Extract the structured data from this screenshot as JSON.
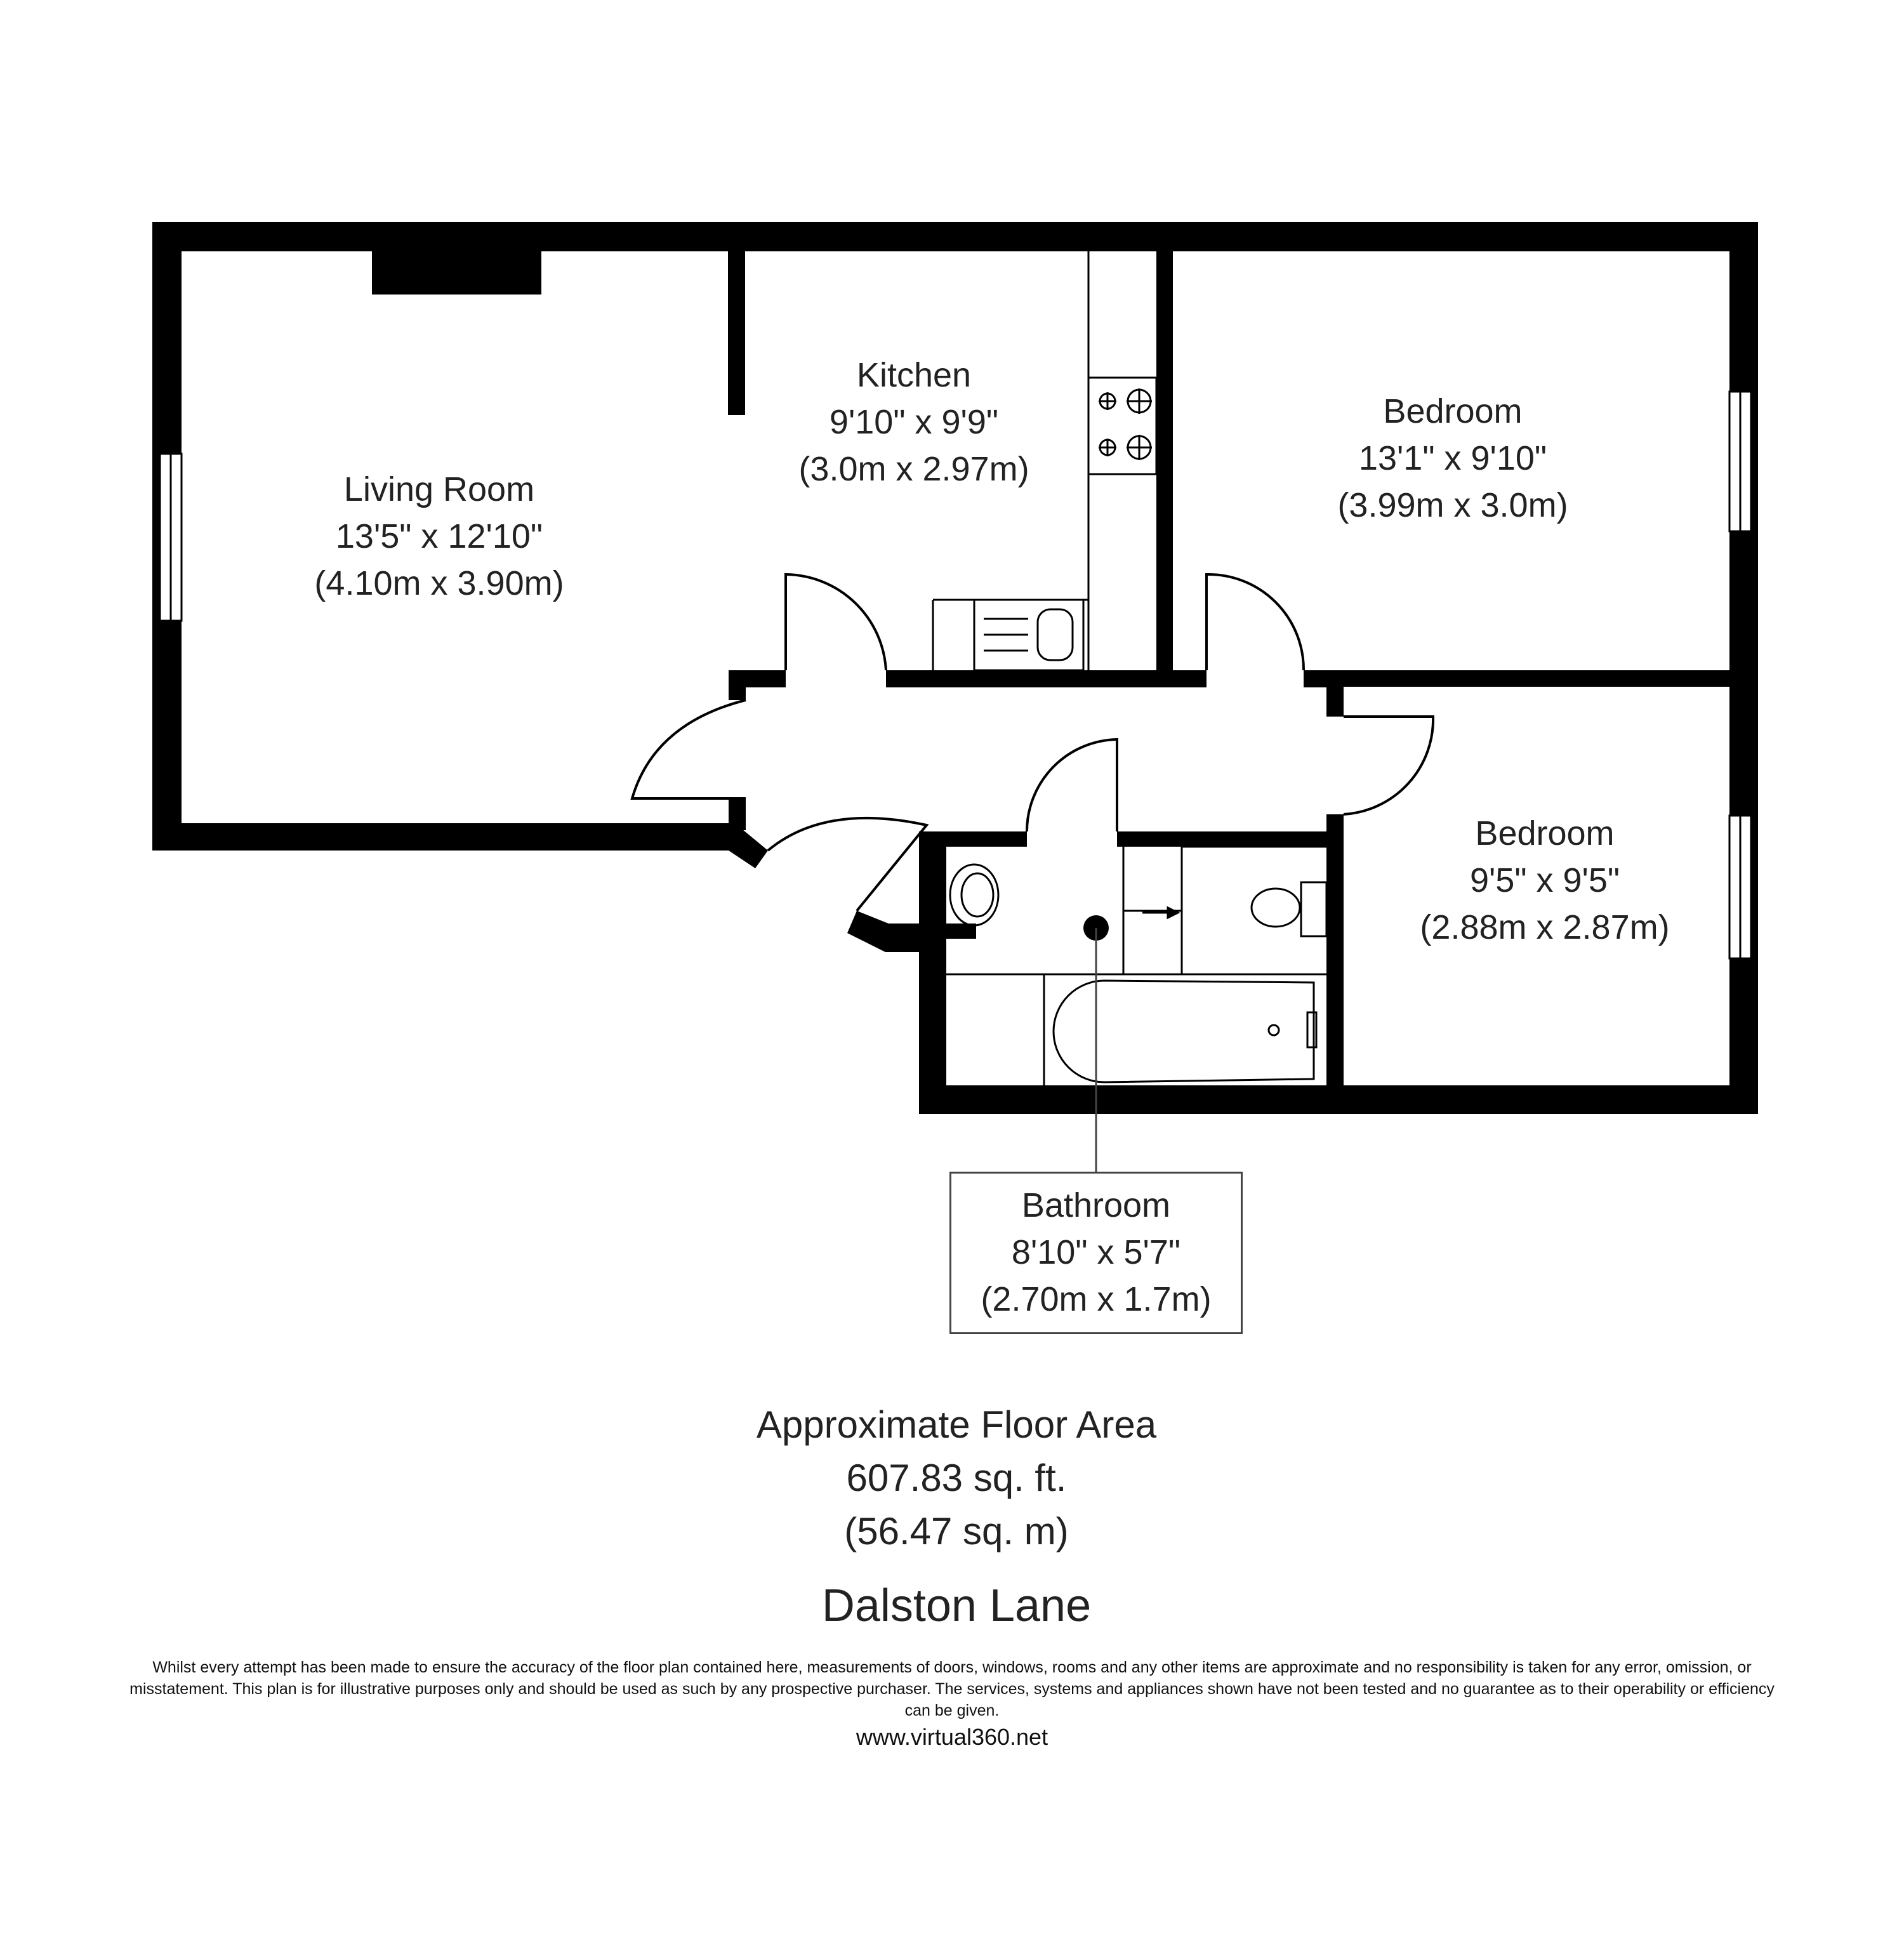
{
  "rooms": {
    "living_room": {
      "name": "Living Room",
      "imperial": "13'5\" x 12'10\"",
      "metric": "(4.10m x 3.90m)"
    },
    "kitchen": {
      "name": "Kitchen",
      "imperial": "9'10\" x 9'9\"",
      "metric": "(3.0m x 2.97m)"
    },
    "bedroom_1": {
      "name": "Bedroom",
      "imperial": "13'1\" x 9'10\"",
      "metric": "(3.99m x 3.0m)"
    },
    "bedroom_2": {
      "name": "Bedroom",
      "imperial": "9'5\" x 9'5\"",
      "metric": "(2.88m x 2.87m)"
    },
    "bathroom": {
      "name": "Bathroom",
      "imperial": "8'10\" x 5'7\"",
      "metric": "(2.70m x 1.7m)"
    }
  },
  "floor_area": {
    "heading": "Approximate Floor Area",
    "imperial": "607.83 sq. ft.",
    "metric": "(56.47 sq. m)"
  },
  "property_name": "Dalston Lane",
  "disclaimer": "Whilst every attempt has been made to ensure the accuracy of the floor plan contained here, measurements of doors, windows, rooms and any other items  are approximate and no responsibility is taken for any error, omission, or misstatement. This plan is for illustrative purposes only and should be used as such by any prospective purchaser. The services, systems and appliances shown have not been tested and no guarantee as to their operability or efficiency can be given.",
  "website": "www.virtual360.net"
}
